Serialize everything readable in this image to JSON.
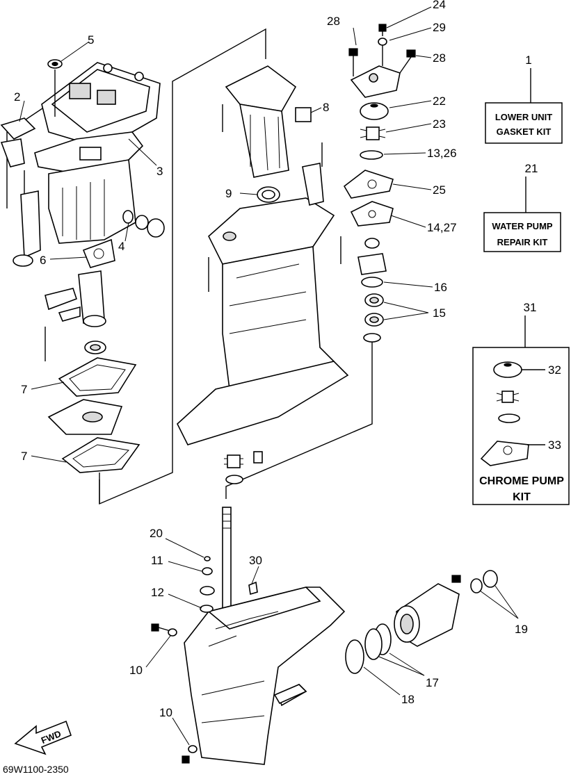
{
  "diagram": {
    "part_number": "69W1100-2350",
    "fwd_label": "FWD",
    "kits": {
      "lower_unit": {
        "number": "1",
        "line1": "LOWER UNIT",
        "line2": "GASKET KIT"
      },
      "water_pump": {
        "number": "21",
        "line1": "WATER PUMP",
        "line2": "REPAIR KIT"
      },
      "chrome_pump": {
        "number": "31",
        "line1": "CHROME PUMP",
        "line2": "KIT",
        "items": [
          "32",
          "33"
        ]
      }
    },
    "callouts": {
      "c2": "2",
      "c3": "3",
      "c4": "4",
      "c5": "5",
      "c6": "6",
      "c7a": "7",
      "c7b": "7",
      "c8": "8",
      "c9": "9",
      "c10a": "10",
      "c10b": "10",
      "c11": "11",
      "c12": "12",
      "c13": "13,26",
      "c14": "14,27",
      "c15": "15",
      "c16": "16",
      "c17": "17",
      "c18": "18",
      "c19": "19",
      "c20": "20",
      "c22": "22",
      "c23": "23",
      "c24": "24",
      "c25": "25",
      "c28a": "28",
      "c28b": "28",
      "c29": "29",
      "c30": "30"
    }
  }
}
